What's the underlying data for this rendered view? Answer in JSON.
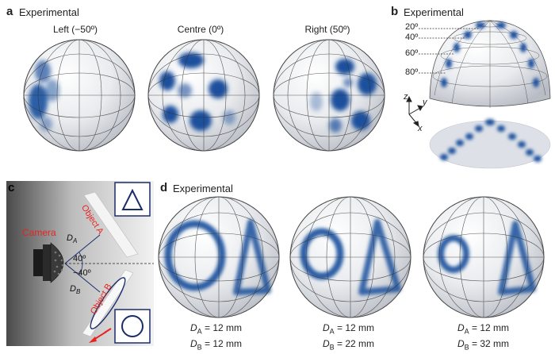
{
  "panel_a": {
    "letter": "a",
    "title": "Experimental",
    "views": [
      {
        "label": "Left (−50º)"
      },
      {
        "label": "Centre (0º)"
      },
      {
        "label": "Right (50º)"
      }
    ]
  },
  "panel_b": {
    "letter": "b",
    "title": "Experimental",
    "angles": [
      "20º",
      "40º",
      "60º",
      "80º"
    ],
    "axes": {
      "z": "z",
      "y": "y",
      "x": "x"
    }
  },
  "panel_c": {
    "letter": "c",
    "camera_label": "Camera",
    "object_a": "Object A",
    "object_b": "Object B",
    "angle_top": "40º",
    "angle_bottom": "−40º",
    "da_label": "D",
    "da_sub": "A",
    "db_label": "D",
    "db_sub": "B"
  },
  "panel_d": {
    "letter": "d",
    "title": "Experimental",
    "captions": [
      {
        "da": "12 mm",
        "db": "12 mm"
      },
      {
        "da": "12 mm",
        "db": "22 mm"
      },
      {
        "da": "12 mm",
        "db": "32 mm"
      }
    ],
    "d_symbol": "D",
    "sub_a": "A",
    "sub_b": "B",
    "eq": " = "
  },
  "colors": {
    "blue": "#1a4f9c",
    "red": "#e8231f",
    "grid": "#333333"
  }
}
